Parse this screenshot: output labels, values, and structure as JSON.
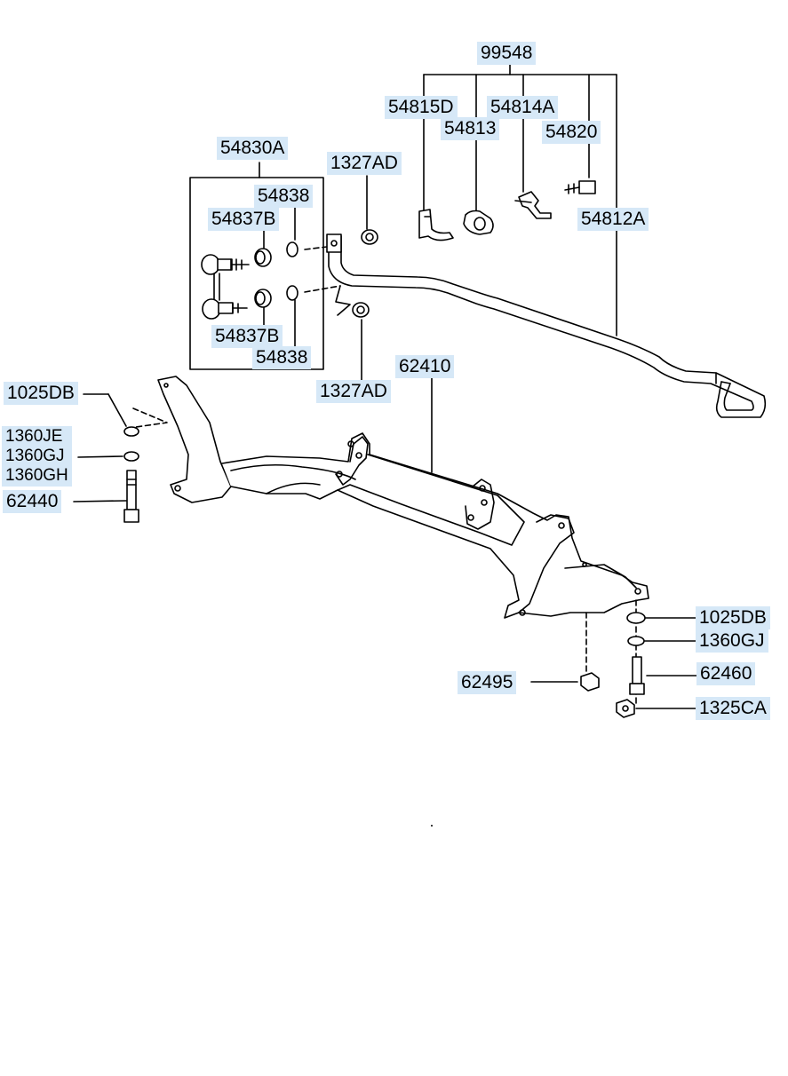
{
  "diagram": {
    "labels": {
      "p99548": "99548",
      "p54815D": "54815D",
      "p54814A": "54814A",
      "p54813": "54813",
      "p54820": "54820",
      "p54830A": "54830A",
      "p1327AD_top": "1327AD",
      "p54838_top": "54838",
      "p54837B_top": "54837B",
      "p54812A": "54812A",
      "p54837B_bot": "54837B",
      "p54838_bot": "54838",
      "p1327AD_bot": "1327AD",
      "p62410": "62410",
      "p1025DB_left": "1025DB",
      "p1360JE": "1360JE",
      "p1360GJ_left": "1360GJ",
      "p1360GH": "1360GH",
      "p62440": "62440",
      "p1025DB_right": "1025DB",
      "p1360GJ_right": "1360GJ",
      "p62460": "62460",
      "p62495": "62495",
      "p1325CA": "1325CA"
    },
    "colors": {
      "label_bg": "#d6e8f7",
      "line": "#000000"
    }
  }
}
